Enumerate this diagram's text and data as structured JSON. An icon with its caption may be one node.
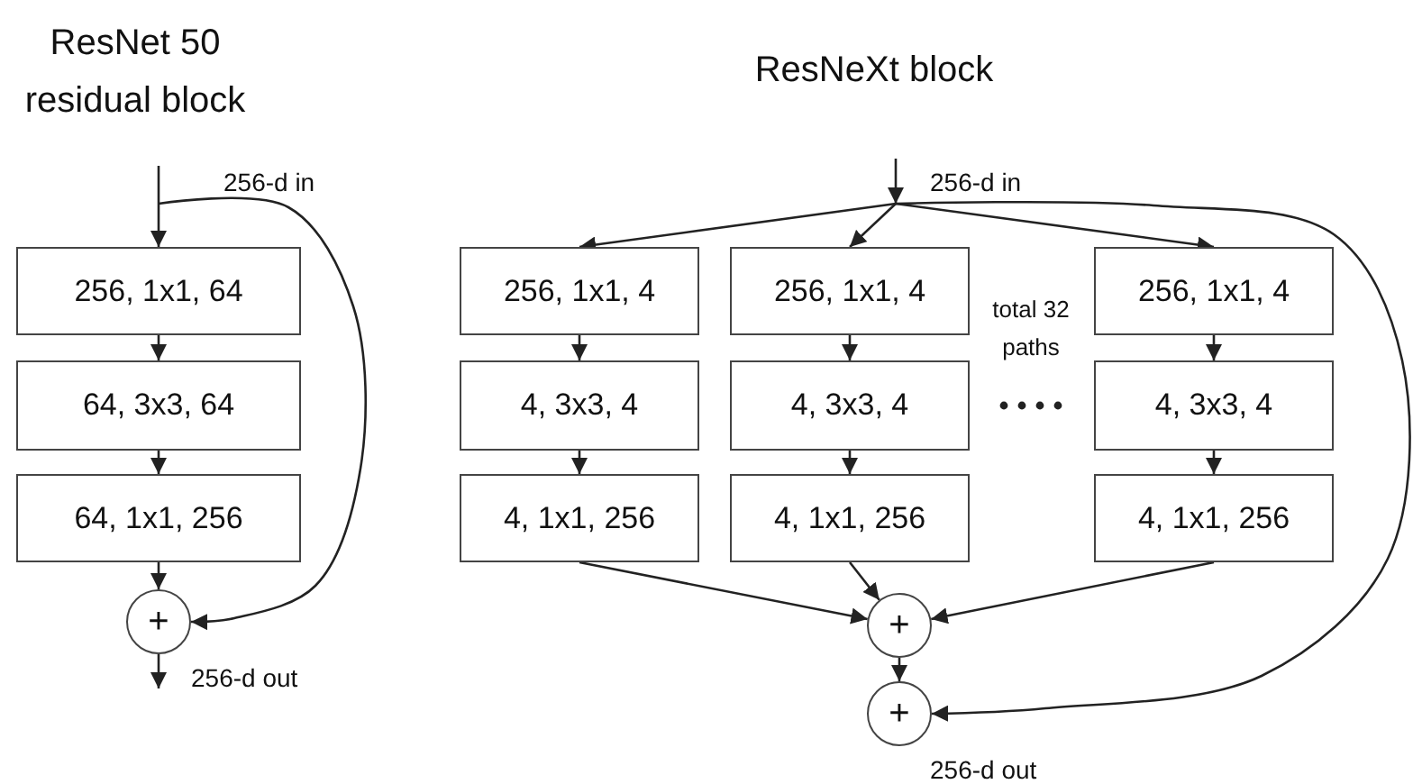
{
  "diagram": {
    "nodes": [
      {
        "text": [
          "256, 1x1, 64"
        ]
      },
      {
        "text": [
          "64, 3x3, 64"
        ]
      },
      {
        "text": [
          "64, 1x1, 256"
        ]
      },
      {
        "text": [
          "+"
        ]
      },
      {
        "text": [
          "256, 1x1, 4"
        ]
      },
      {
        "text": [
          "4, 3x3, 4"
        ]
      },
      {
        "text": [
          "4, 1x1, 256"
        ]
      },
      {
        "text": [
          "256, 1x1, 4"
        ]
      },
      {
        "text": [
          "4, 3x3, 4"
        ]
      },
      {
        "text": [
          "4, 1x1, 256"
        ]
      },
      {
        "text": [
          "256, 1x1, 4"
        ]
      },
      {
        "text": [
          "4, 3x3, 4"
        ]
      },
      {
        "text": [
          "4, 1x1, 256"
        ]
      },
      {
        "text": [
          "+"
        ]
      },
      {
        "text": [
          "+"
        ]
      }
    ],
    "edges": [
      {
        "from": null,
        "to": 0,
        "arrow": "to"
      },
      {
        "from": null,
        "to": 3,
        "arrow": "to"
      },
      {
        "from": 0,
        "to": 1,
        "arrow": "to"
      },
      {
        "from": 1,
        "to": 2,
        "arrow": "to"
      },
      {
        "from": 2,
        "to": 3,
        "arrow": "to"
      },
      {
        "from": 3,
        "to": null,
        "arrow": "to"
      },
      {
        "from": null,
        "to": 4,
        "arrow": "to"
      },
      {
        "from": null,
        "to": 7,
        "arrow": "to"
      },
      {
        "from": null,
        "to": 10,
        "arrow": "to"
      },
      {
        "from": null,
        "to": 14,
        "arrow": "to"
      },
      {
        "from": 4,
        "to": 5,
        "arrow": "to"
      },
      {
        "from": 5,
        "to": 6,
        "arrow": "to"
      },
      {
        "from": 7,
        "to": 8,
        "arrow": "to"
      },
      {
        "from": 8,
        "to": 9,
        "arrow": "to"
      },
      {
        "from": 10,
        "to": 11,
        "arrow": "to"
      },
      {
        "from": 11,
        "to": 12,
        "arrow": "to"
      },
      {
        "from": 6,
        "to": 13,
        "arrow": "to"
      },
      {
        "from": 9,
        "to": 13,
        "arrow": "to"
      },
      {
        "from": 12,
        "to": 13,
        "arrow": "to"
      },
      {
        "from": 13,
        "to": 14,
        "arrow": "to"
      }
    ],
    "labels": [
      "ResNet 50 residual block",
      "256-d in",
      "256-d out",
      "ResNeXt block",
      "256-d in",
      "total 32 paths",
      "256-d out"
    ]
  }
}
